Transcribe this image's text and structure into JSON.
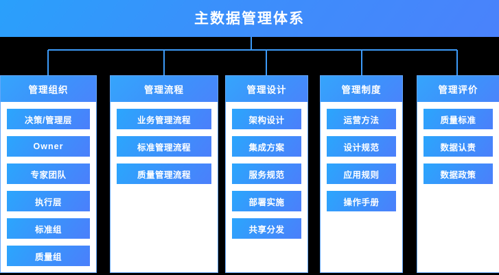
{
  "title": {
    "text": "主数据管理体系"
  },
  "colors": {
    "background": "#000000",
    "accent_blue": "#2f94fb",
    "connector_line": "#3d9cfb",
    "panel_background": "#ffffff",
    "panel_border": "#63a7fb",
    "header_gradient_from": "#35a5fc",
    "header_gradient_to": "#4a84fb",
    "item_gradient_from": "#2ba6fd",
    "item_gradient_to": "#4b7ffb",
    "text_on_blue": "#ffffff"
  },
  "layout": {
    "columns_count": 5,
    "connector_style": "tree-bus"
  },
  "columns": [
    {
      "header": "管理组织",
      "items": [
        {
          "label": "决策/管理层",
          "script": "han"
        },
        {
          "label": "Owner",
          "script": "latin"
        },
        {
          "label": "专家团队",
          "script": "han"
        },
        {
          "label": "执行层",
          "script": "han"
        },
        {
          "label": "标准组",
          "script": "han"
        },
        {
          "label": "质量组",
          "script": "han"
        }
      ]
    },
    {
      "header": "管理流程",
      "items": [
        {
          "label": "业务管理流程",
          "script": "han"
        },
        {
          "label": "标准管理流程",
          "script": "han"
        },
        {
          "label": "质量管理流程",
          "script": "han"
        }
      ]
    },
    {
      "header": "管理设计",
      "items": [
        {
          "label": "架构设计",
          "script": "han"
        },
        {
          "label": "集成方案",
          "script": "han"
        },
        {
          "label": "服务规范",
          "script": "han"
        },
        {
          "label": "部署实施",
          "script": "han"
        },
        {
          "label": "共享分发",
          "script": "han"
        }
      ]
    },
    {
      "header": "管理制度",
      "items": [
        {
          "label": "运营方法",
          "script": "han"
        },
        {
          "label": "设计规范",
          "script": "han"
        },
        {
          "label": "应用规则",
          "script": "han"
        },
        {
          "label": "操作手册",
          "script": "han"
        }
      ]
    },
    {
      "header": "管理评价",
      "items": [
        {
          "label": "质量标准",
          "script": "han"
        },
        {
          "label": "数据认责",
          "script": "han"
        },
        {
          "label": "数据政策",
          "script": "han"
        }
      ]
    }
  ]
}
